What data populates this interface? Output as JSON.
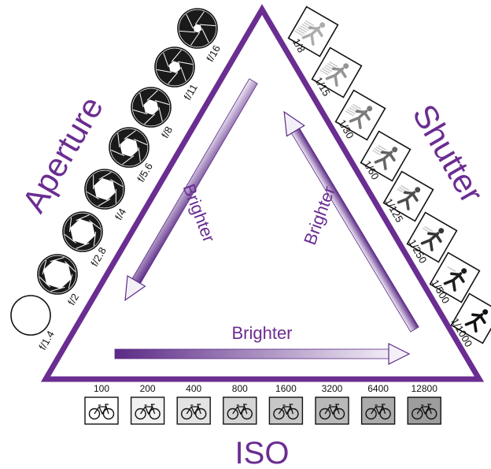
{
  "colors": {
    "accent": "#6a2d91",
    "arrow_dark": "#5b2a86",
    "arrow_light": "#ece6f3"
  },
  "labels": {
    "aperture": "Aperture",
    "shutter": "Shutter",
    "iso": "ISO",
    "brighter_bottom": "Brighter",
    "brighter_left": "Brighter",
    "brighter_right": "Brighter"
  },
  "aperture_stops": [
    "f/1.4",
    "f/2",
    "f/2.8",
    "f/4",
    "f/5.6",
    "f/8",
    "f/11",
    "f/16"
  ],
  "shutter_speeds": [
    "1/8",
    "1/15",
    "1/30",
    "1/60",
    "1/125",
    "1/250",
    "1/500",
    "1/1000"
  ],
  "iso_values": [
    "100",
    "200",
    "400",
    "800",
    "1600",
    "3200",
    "6400",
    "12800"
  ],
  "icons": {
    "aperture": "aperture-blade-icon",
    "shutter": "running-figure-icon",
    "iso": "bicycle-icon"
  }
}
